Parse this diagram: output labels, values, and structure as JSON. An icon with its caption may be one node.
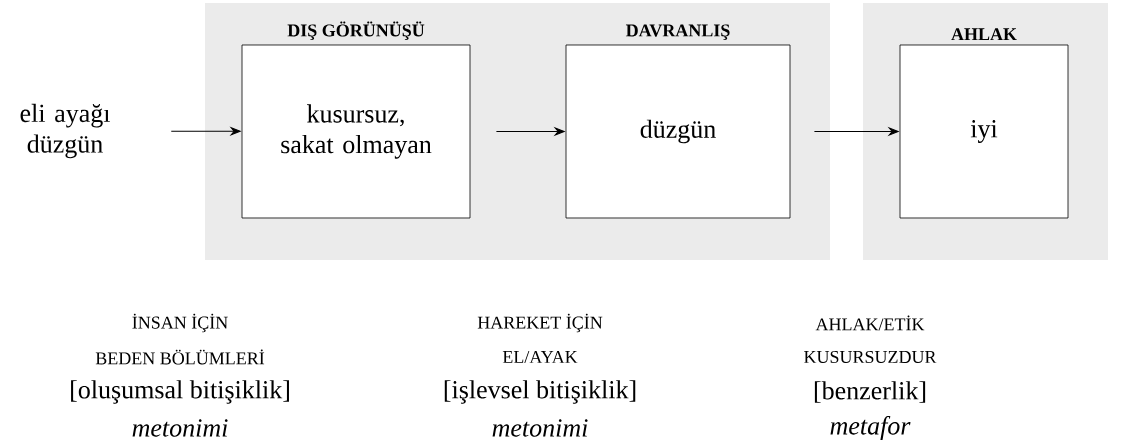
{
  "diagram": {
    "nodes": [
      {
        "text": [
          "eli ayağı düzgün"
        ]
      },
      {
        "text": [],
        "shape": "box"
      },
      {
        "text": [
          "DIŞ GÖRÜNÜŞÜ",
          "kusursuz, sakat olmayan"
        ],
        "in": 1
      },
      {
        "text": [
          "DAVRANLIŞ",
          "düzgün"
        ],
        "in": 1
      },
      {
        "text": [],
        "shape": "box"
      },
      {
        "text": [
          "AHLAK",
          "iyi"
        ],
        "in": 4
      }
    ],
    "edges": [
      {
        "from": 0,
        "to": 2,
        "arrow": "to"
      },
      {
        "from": 2,
        "to": 3,
        "arrow": "to"
      },
      {
        "from": 3,
        "to": 5,
        "arrow": "to"
      }
    ],
    "labels": [
      "İNSAN İÇİN",
      "BEDEN BÖLÜMLERİ",
      "[oluşumsal bitişiklik]",
      "metonimi",
      "HAREKET İÇİN",
      "EL/AYAK",
      "[işlevsel bitişiklik]",
      "metonimi",
      "AHLAK/ETİK",
      "KUSURSUZDUR",
      "[benzerlik]",
      "metafor"
    ]
  }
}
